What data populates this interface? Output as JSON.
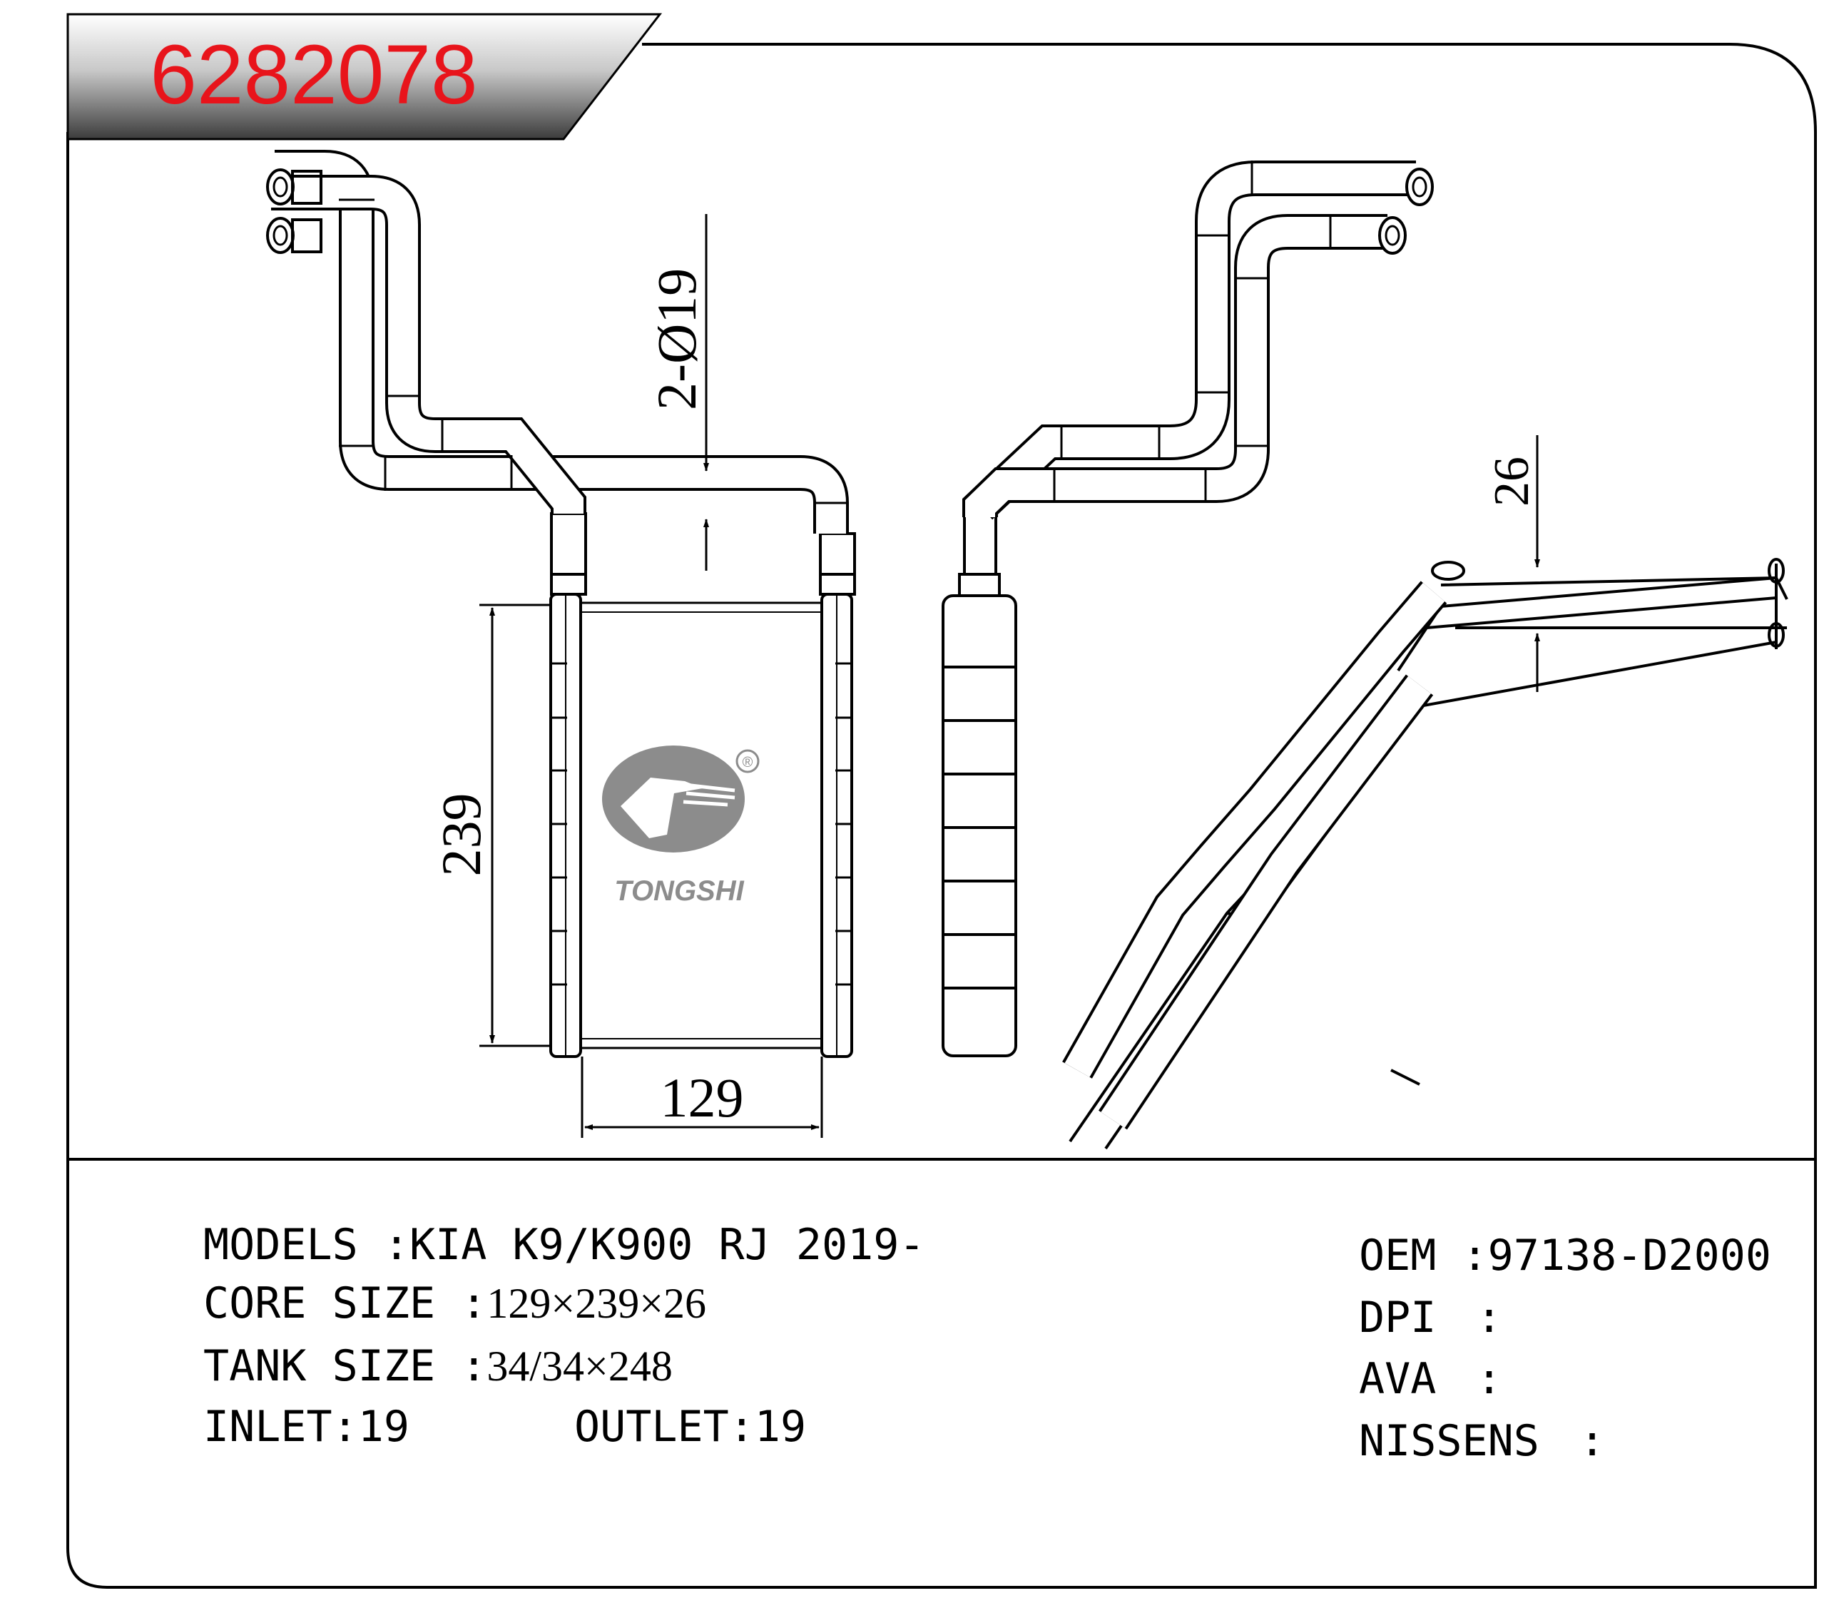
{
  "part_number": "6282078",
  "brand": "TONGSHI",
  "registered_mark": "®",
  "dimensions": {
    "outlet_diameter": "2-Ø19",
    "core_height": "239",
    "core_width": "129",
    "core_depth": "26"
  },
  "specs_left": [
    {
      "label": "MODELS",
      "sep": " :",
      "value": "KIA K9/K900 RJ 2019-"
    },
    {
      "label": "CORE SIZE",
      "sep": " :",
      "value": "129×239×26"
    },
    {
      "label": "TANK SIZE",
      "sep": " :",
      "value": "34/34×248"
    },
    {
      "label": "INLET",
      "sep": ":",
      "value": "19"
    },
    {
      "label": "OUTLET",
      "sep": ":",
      "value": "19"
    }
  ],
  "specs_right": [
    {
      "label": "OEM",
      "sep": " :",
      "value": "97138-D2000"
    },
    {
      "label": "DPI",
      "sep": " :",
      "value": ""
    },
    {
      "label": "AVA",
      "sep": " :",
      "value": ""
    },
    {
      "label": "NISSENS",
      "sep": " :",
      "value": ""
    }
  ],
  "colors": {
    "part_number": "#e8141b",
    "line": "#000000",
    "logo": "#8c8c8c"
  }
}
